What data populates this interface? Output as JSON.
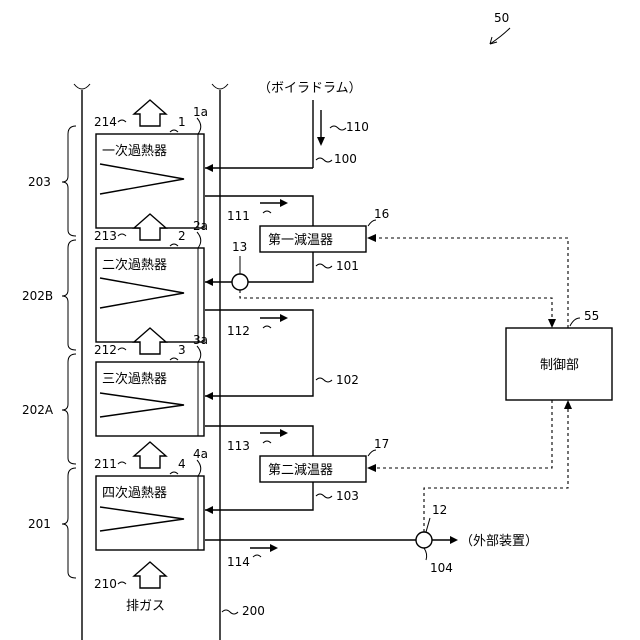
{
  "figure_number": "50",
  "sources": {
    "boiler_drum": "（ボイラドラム）",
    "external_device": "（外部装置）"
  },
  "duct": {
    "ref": "200",
    "exhaust_label": "排ガス",
    "exhaust_ref": "210"
  },
  "zones": [
    {
      "ref": "203"
    },
    {
      "ref": "202B"
    },
    {
      "ref": "202A"
    },
    {
      "ref": "201"
    }
  ],
  "superheaters": [
    {
      "label": "一次過熱器",
      "ref": "1",
      "tube_ref": "1a",
      "arrow_ref": "214"
    },
    {
      "label": "二次過熱器",
      "ref": "2",
      "tube_ref": "2a",
      "arrow_ref": "213"
    },
    {
      "label": "三次過熱器",
      "ref": "3",
      "tube_ref": "3a",
      "arrow_ref": "212"
    },
    {
      "label": "四次過熱器",
      "ref": "4",
      "tube_ref": "4a",
      "arrow_ref": "211"
    }
  ],
  "attemperators": [
    {
      "label": "第一減温器",
      "ref": "16"
    },
    {
      "label": "第二減温器",
      "ref": "17"
    }
  ],
  "controller": {
    "label": "制御部",
    "ref": "55"
  },
  "sensors": [
    {
      "ref": "13"
    },
    {
      "ref": "12"
    }
  ],
  "pipes": {
    "p100": "100",
    "p101": "101",
    "p102": "102",
    "p103": "103",
    "p104": "104",
    "f110": "110",
    "f111": "111",
    "f112": "112",
    "f113": "113",
    "f114": "114"
  }
}
